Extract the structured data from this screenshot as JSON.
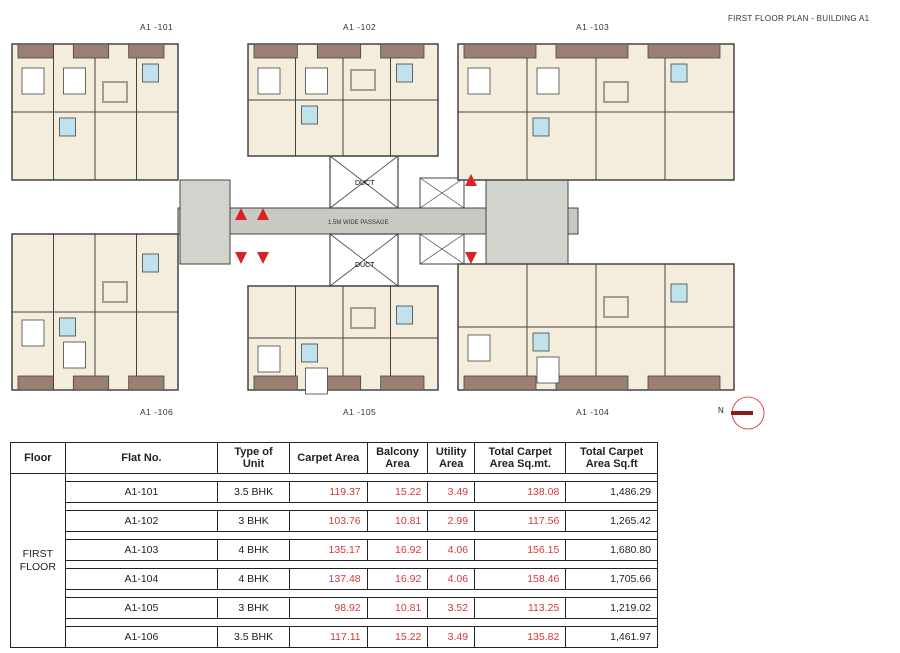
{
  "plan": {
    "title": "FIRST FLOOR PLAN - BUILDING A1",
    "flat_labels_top": [
      "A1 -101",
      "A1 -102",
      "A1 -103"
    ],
    "flat_labels_bottom": [
      "A1 -106",
      "A1 -105",
      "A1 -104"
    ],
    "passage_label": "1.5M WIDE PASSAGE",
    "duct_label": "DUCT",
    "north_label": "N",
    "colors": {
      "wall": "#444444",
      "floor": "#f4eddc",
      "balcony": "#9a7f72",
      "passage": "#c9c9c3",
      "staircase": "#d3d3cd",
      "bath": "#bfe2ec",
      "sofa": "#9f9f8a",
      "exit_arrow": "#d92222"
    }
  },
  "table": {
    "headers": {
      "floor": "Floor",
      "flat_no": "Flat No.",
      "type": "Type of Unit",
      "carpet": "Carpet Area",
      "balcony_1": "Balcony",
      "balcony_2": "Area",
      "utility_1": "Utility",
      "utility_2": "Area",
      "total_sqm_1": "Total Carpet",
      "total_sqm_2": "Area Sq.mt.",
      "total_sqft_1": "Total Carpet",
      "total_sqft_2": "Area Sq.ft"
    },
    "floor_line1": "FIRST",
    "floor_line2": "FLOOR",
    "rows": [
      {
        "flat": "A1-101",
        "type": "3.5 BHK",
        "carpet": "119.37",
        "balcony": "15.22",
        "utility": "3.49",
        "total_sqm": "138.08",
        "total_sqft": "1,486.29"
      },
      {
        "flat": "A1-102",
        "type": "3 BHK",
        "carpet": "103.76",
        "balcony": "10.81",
        "utility": "2.99",
        "total_sqm": "117.56",
        "total_sqft": "1,265.42"
      },
      {
        "flat": "A1-103",
        "type": "4 BHK",
        "carpet": "135.17",
        "balcony": "16.92",
        "utility": "4.06",
        "total_sqm": "156.15",
        "total_sqft": "1,680.80"
      },
      {
        "flat": "A1-104",
        "type": "4 BHK",
        "carpet": "137.48",
        "balcony": "16.92",
        "utility": "4.06",
        "total_sqm": "158.46",
        "total_sqft": "1,705.66"
      },
      {
        "flat": "A1-105",
        "type": "3 BHK",
        "carpet": "98.92",
        "balcony": "10.81",
        "utility": "3.52",
        "total_sqm": "113.25",
        "total_sqft": "1,219.02"
      },
      {
        "flat": "A1-106",
        "type": "3.5 BHK",
        "carpet": "117.11",
        "balcony": "15.22",
        "utility": "3.49",
        "total_sqm": "135.82",
        "total_sqft": "1,461.97"
      }
    ]
  }
}
